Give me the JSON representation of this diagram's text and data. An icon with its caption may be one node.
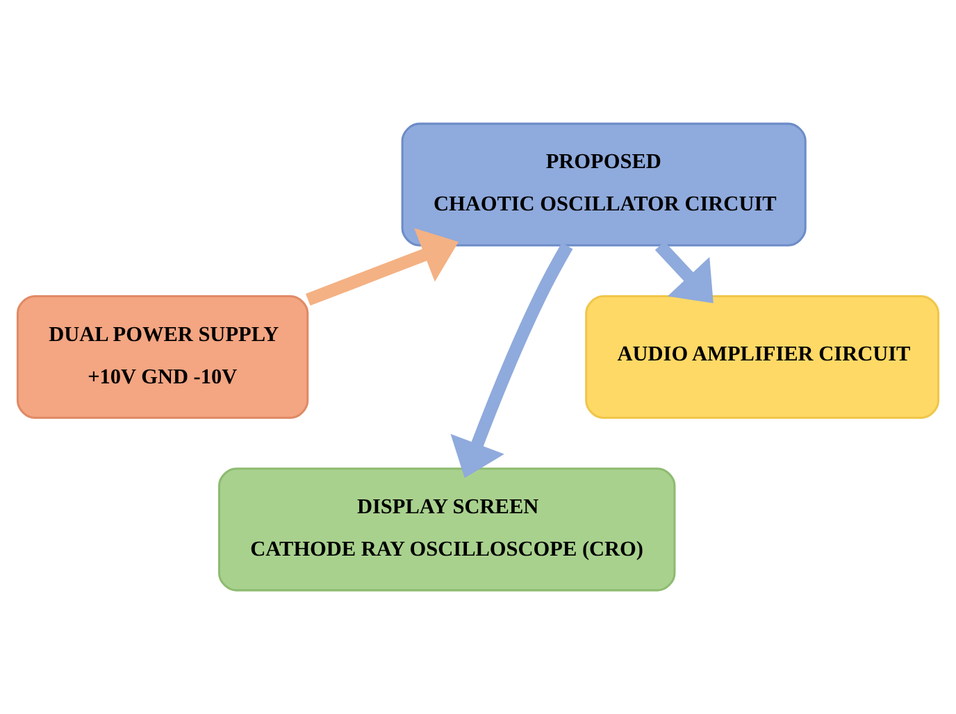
{
  "diagram": {
    "nodes": [
      {
        "text": [
          "PROPOSED",
          "CHAOTIC OSCILLATOR CIRCUIT"
        ]
      },
      {
        "text": [
          "DUAL POWER SUPPLY",
          "+10V GND -10V"
        ]
      },
      {
        "text": [
          "AUDIO AMPLIFIER CIRCUIT"
        ]
      },
      {
        "text": [
          "DISPLAY SCREEN",
          "CATHODE RAY OSCILLOSCOPE (CRO)"
        ]
      }
    ],
    "edges": [
      {
        "from": 1,
        "to": 0,
        "arrow": "to",
        "color": "#f4b183"
      },
      {
        "from": 0,
        "to": 2,
        "arrow": "to"
      },
      {
        "from": 0,
        "to": 3,
        "arrow": "to"
      }
    ]
  }
}
